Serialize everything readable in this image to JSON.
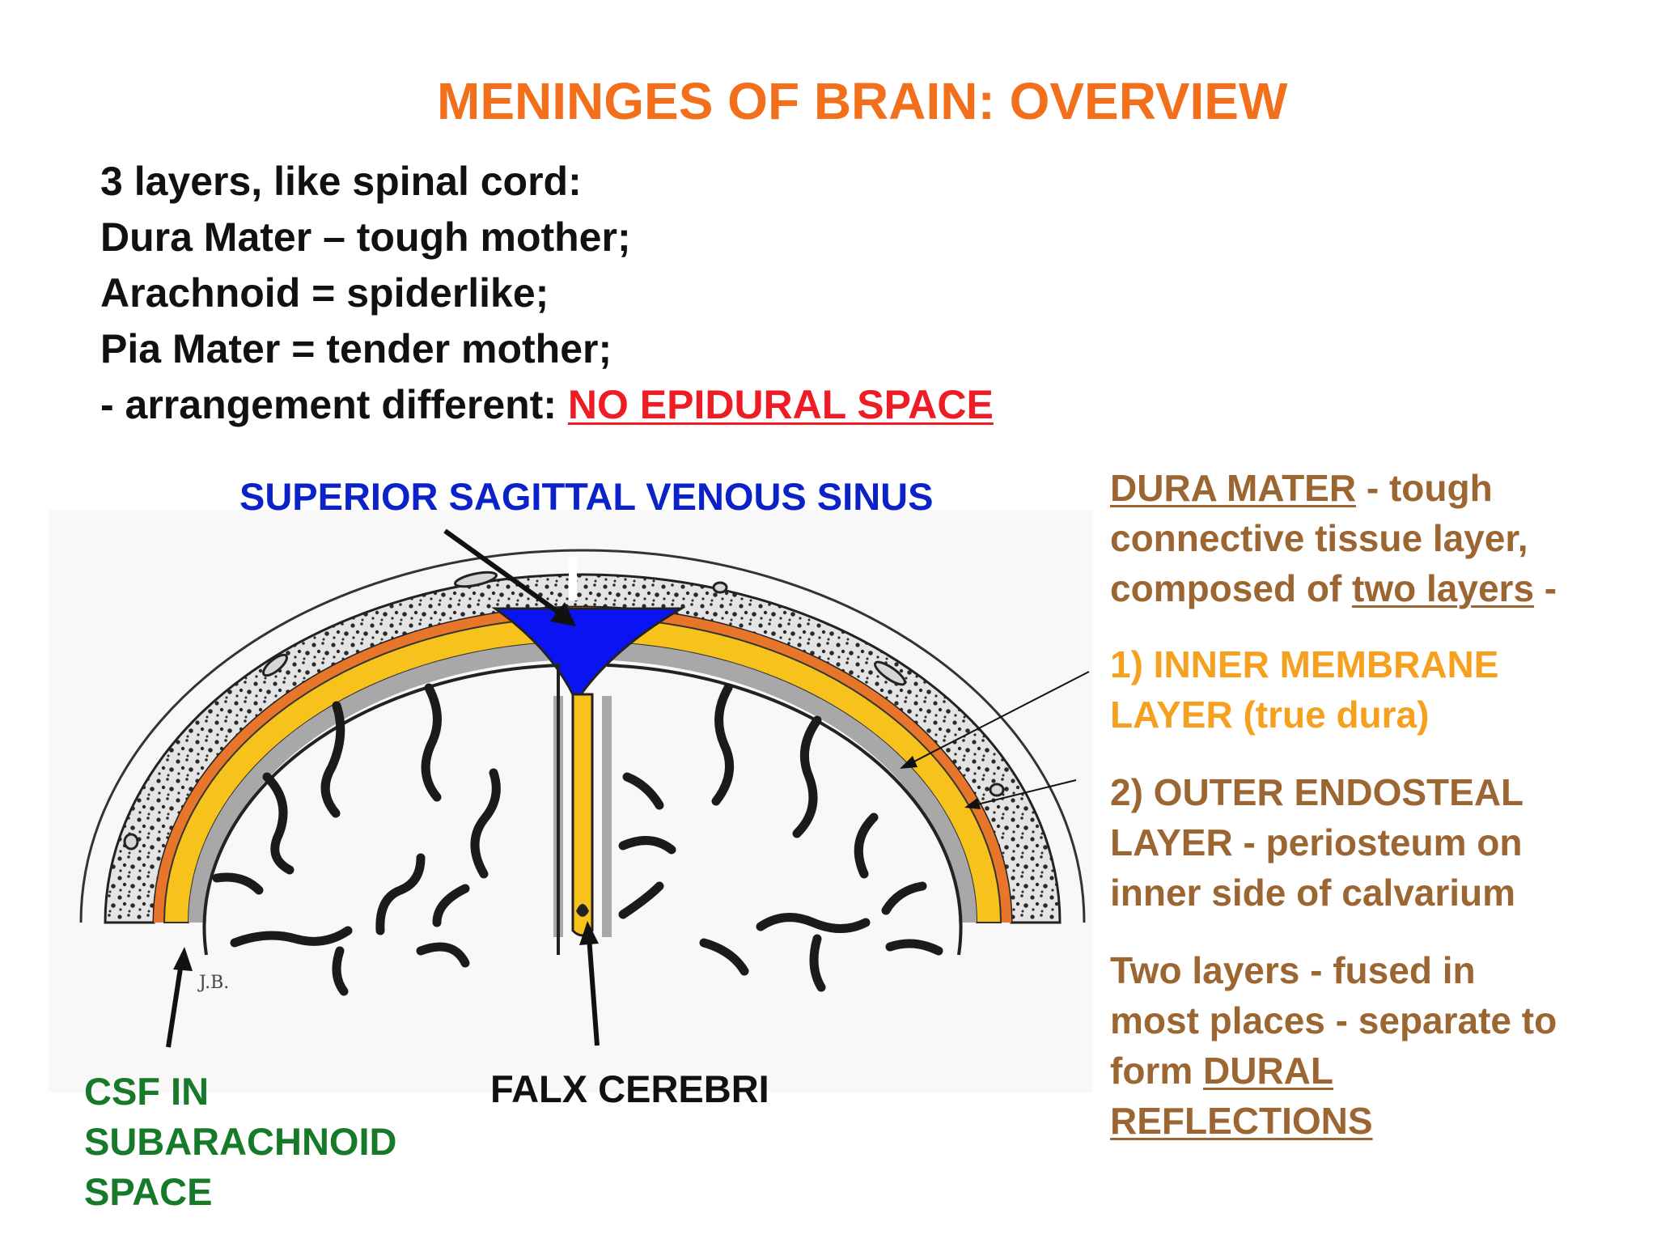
{
  "title": "MENINGES OF BRAIN: OVERVIEW",
  "intro": {
    "line1": "3 layers, like spinal cord:",
    "line2": "Dura Mater – tough mother;",
    "line3": "Arachnoid = spiderlike;",
    "line4": "Pia Mater = tender mother;",
    "line5_prefix": "- arrangement different: ",
    "line5_highlight": "NO EPIDURAL SPACE"
  },
  "diagram": {
    "label_sinus": "SUPERIOR SAGITTAL VENOUS SINUS",
    "label_falx": "FALX CEREBRI",
    "label_csf": [
      "CSF IN",
      "SUBARACHNOID",
      "SPACE"
    ],
    "signature": "J.B."
  },
  "panel": {
    "dura_heading": "DURA MATER",
    "dura_line1_rest": " - tough",
    "dura_line2": "connective tissue layer,",
    "dura_line3_prefix": "composed of ",
    "dura_line3_link": "two layers",
    "dura_line3_suffix": " -",
    "inner_line1": "1) INNER MEMBRANE",
    "inner_line2": "LAYER (true dura)",
    "outer_line1": "2) OUTER ENDOSTEAL",
    "outer_line2": "LAYER - periosteum on",
    "outer_line3": "inner side of calvarium",
    "fused_line1": "Two layers - fused in",
    "fused_line2": "most places - separate to",
    "fused_line3_prefix": "form ",
    "fused_line3_link": "DURAL",
    "fused_line4": "REFLECTIONS"
  },
  "colors": {
    "title": "#f26f1c",
    "red_highlight": "#ee1c24",
    "sinus_blue": "#0b22c8",
    "dura_yellow": "#f8c21d",
    "endosteal_orange": "#e8762a",
    "csf_green": "#177a2a",
    "panel_brown": "#9c6633",
    "panel_gold": "#f5a01f"
  }
}
